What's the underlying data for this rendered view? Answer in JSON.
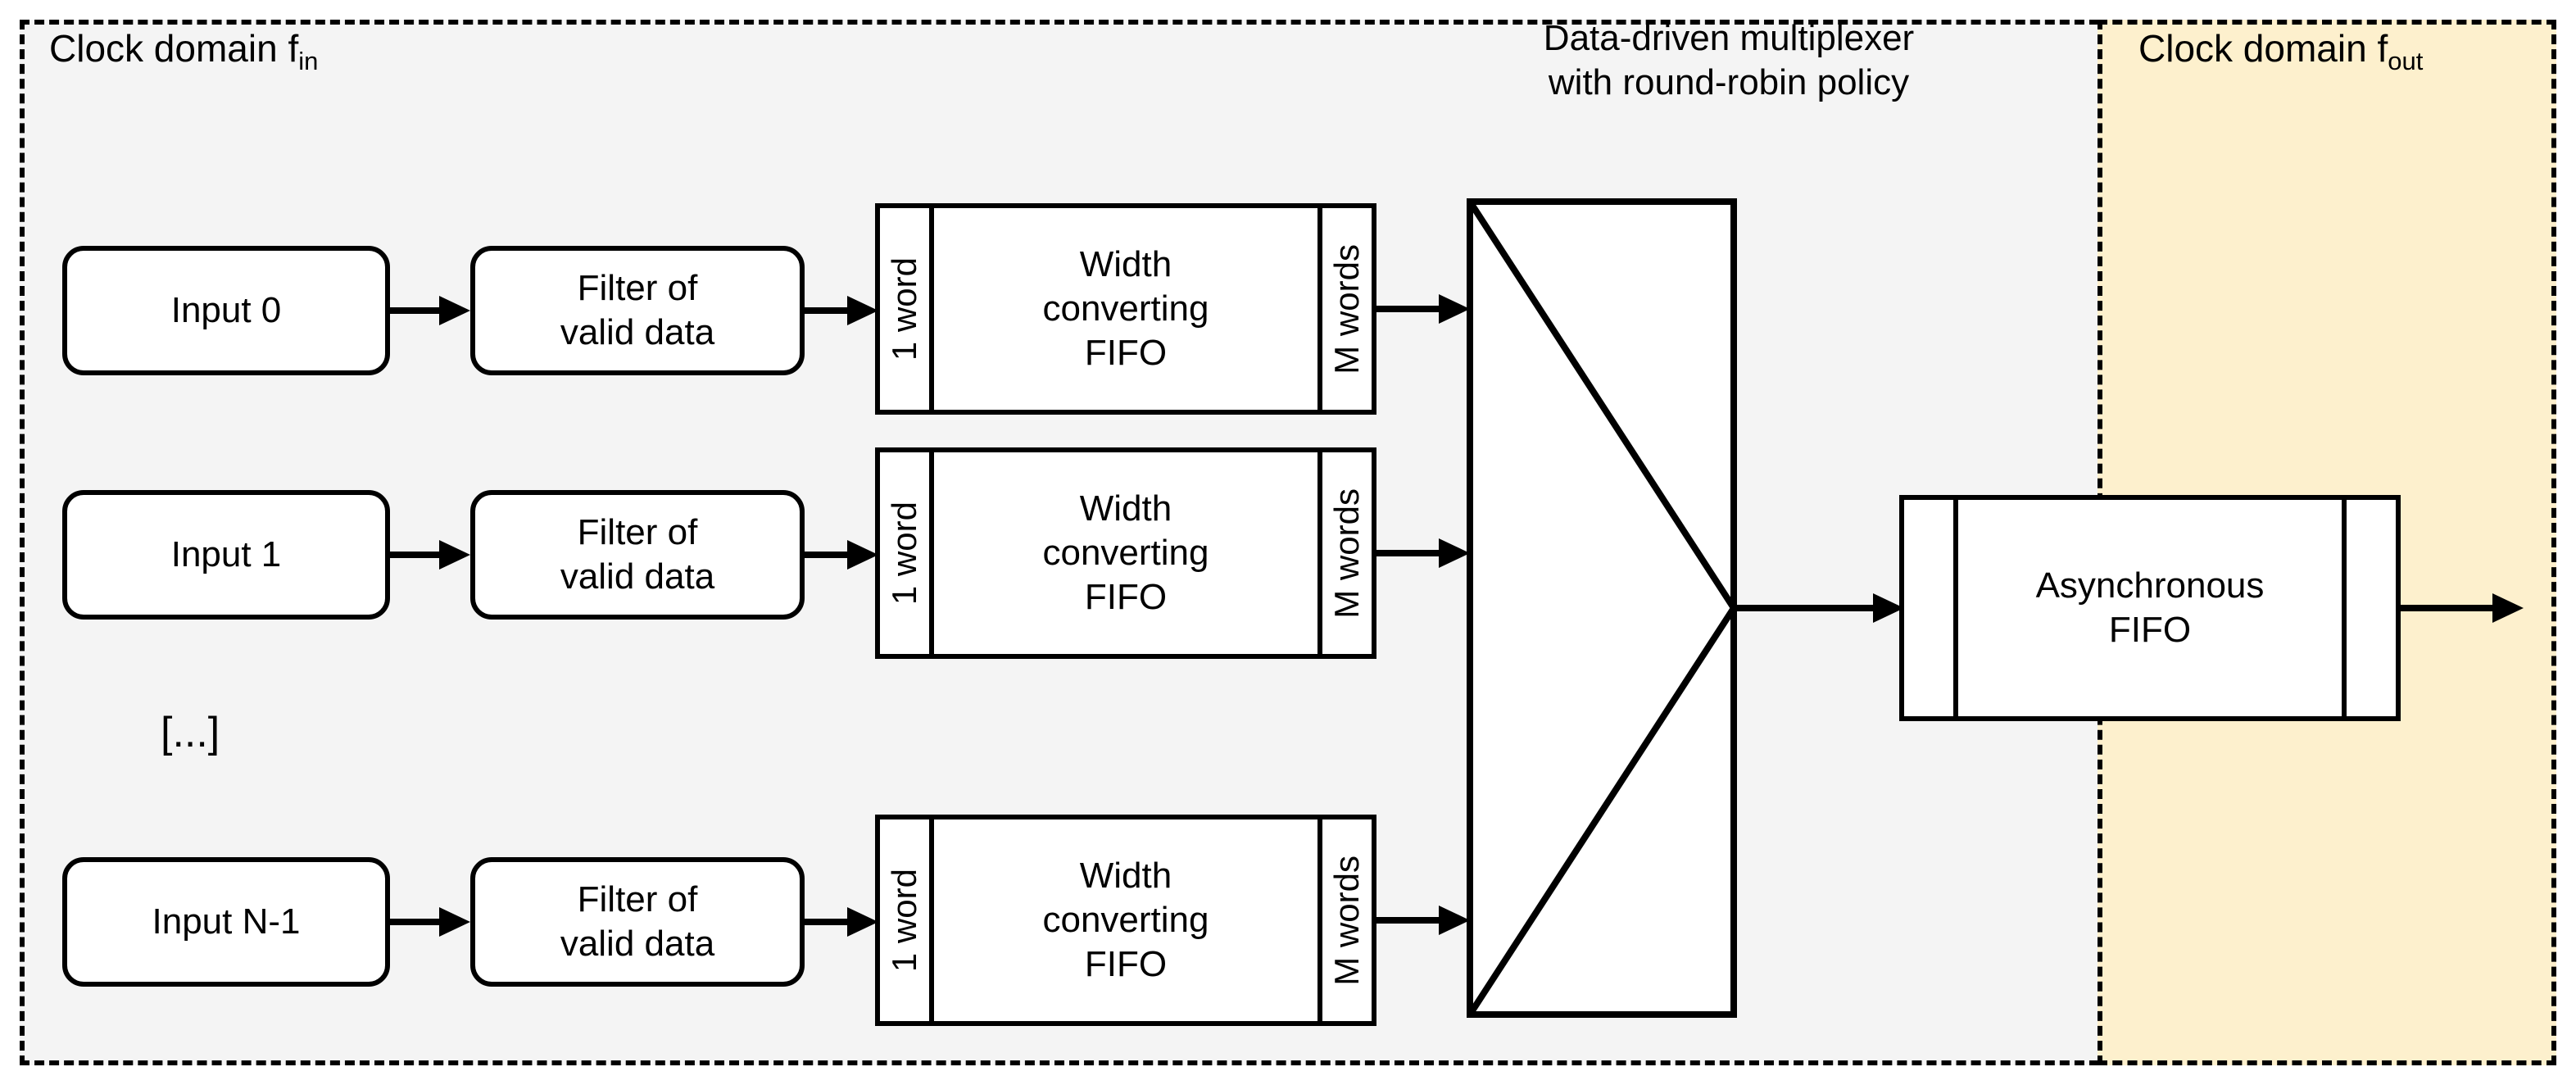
{
  "diagram": {
    "title_mux": {
      "line1": "Data-driven multiplexer",
      "line2": "with round-robin policy"
    },
    "domains": [
      {
        "id": "in",
        "label_base": "Clock domain f",
        "label_sub": "in",
        "color": "#f4f4f4"
      },
      {
        "id": "out",
        "label_base": "Clock domain f",
        "label_sub": "out",
        "color": "#fdf0cd"
      }
    ],
    "ellipsis": "[...]",
    "rows": [
      {
        "input_label": "Input 0",
        "filter_line1": "Filter of",
        "filter_line2": "valid data",
        "fifo_in_label": "1 word",
        "fifo_core_line1": "Width",
        "fifo_core_line2": "converting",
        "fifo_core_line3": "FIFO",
        "fifo_out_label": "M words"
      },
      {
        "input_label": "Input 1",
        "filter_line1": "Filter of",
        "filter_line2": "valid data",
        "fifo_in_label": "1 word",
        "fifo_core_line1": "Width",
        "fifo_core_line2": "converting",
        "fifo_core_line3": "FIFO",
        "fifo_out_label": "M words"
      },
      {
        "input_label": "Input N-1",
        "filter_line1": "Filter of",
        "filter_line2": "valid data",
        "fifo_in_label": "1 word",
        "fifo_core_line1": "Width",
        "fifo_core_line2": "converting",
        "fifo_core_line3": "FIFO",
        "fifo_out_label": "M words"
      }
    ],
    "async_fifo": {
      "line1": "Asynchronous",
      "line2": "FIFO"
    },
    "colors": {
      "stroke": "#000000",
      "block_fill": "#ffffff",
      "domain_in_fill": "#f4f4f4",
      "domain_out_fill": "#fdf0cd"
    }
  }
}
